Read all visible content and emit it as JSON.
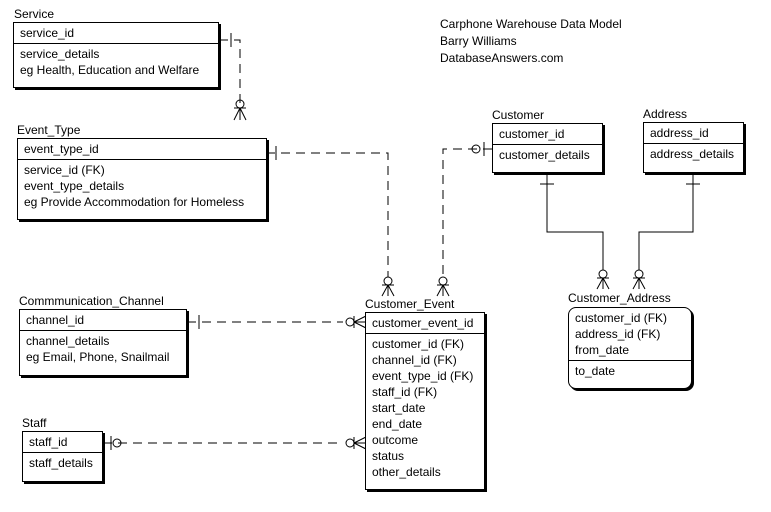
{
  "title_block": [
    "Carphone Warehouse Data Model",
    "Barry Williams",
    "DatabaseAnswers.com"
  ],
  "entities": {
    "service": {
      "name": "Service",
      "key": [
        "service_id"
      ],
      "attrs": [
        "service_details",
        "eg Health, Education and Welfare"
      ]
    },
    "event_type": {
      "name": "Event_Type",
      "key": [
        "event_type_id"
      ],
      "attrs": [
        "service_id (FK)",
        "event_type_details",
        "eg Provide Accommodation for Homeless"
      ]
    },
    "customer": {
      "name": "Customer",
      "key": [
        "customer_id"
      ],
      "attrs": [
        "customer_details"
      ]
    },
    "address": {
      "name": "Address",
      "key": [
        "address_id"
      ],
      "attrs": [
        "address_details"
      ]
    },
    "customer_address": {
      "name": "Customer_Address",
      "key": [
        "customer_id (FK)",
        "address_id (FK)",
        "from_date"
      ],
      "attrs": [
        "to_date"
      ]
    },
    "communication_channel": {
      "name": "Commmunication_Channel",
      "key": [
        "channel_id"
      ],
      "attrs": [
        "channel_details",
        "eg Email, Phone, Snailmail"
      ]
    },
    "staff": {
      "name": "Staff",
      "key": [
        "staff_id"
      ],
      "attrs": [
        "staff_details"
      ]
    },
    "customer_event": {
      "name": "Customer_Event",
      "key": [
        "customer_event_id"
      ],
      "attrs": [
        "customer_id (FK)",
        "channel_id (FK)",
        "event_type_id (FK)",
        "staff_id (FK)",
        "start_date",
        "end_date",
        "outcome",
        "status",
        "other_details"
      ]
    }
  }
}
